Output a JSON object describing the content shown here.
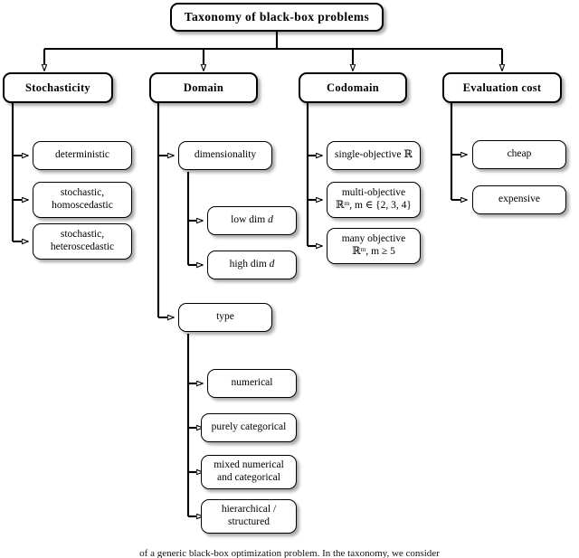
{
  "figure": {
    "title": "Taxonomy of black-box problems",
    "caption": "of a generic black-box optimization problem. In the taxonomy, we consider",
    "type": "tree-diagram",
    "orientation": "top-down-then-left-branching",
    "node_shape": "rounded-rectangle",
    "arrow_style": "open-triangle",
    "colors": {
      "background": "#ffffff",
      "box_fill": "#ffffff",
      "line": "#000000",
      "text": "#000000",
      "shadow": "rgba(0,0,0,0.33)"
    }
  },
  "root": {
    "id": "root",
    "label": "Taxonomy of black-box problems"
  },
  "branches": [
    {
      "id": "stochasticity",
      "label": "Stochasticity",
      "children": [
        {
          "id": "deterministic",
          "label": "deterministic"
        },
        {
          "id": "stochastic-homoscedastic",
          "label": "stochastic,\nhomoscedastic"
        },
        {
          "id": "stochastic-heteroscedastic",
          "label": "stochastic,\nheteroscedastic"
        }
      ]
    },
    {
      "id": "domain",
      "label": "Domain",
      "children": [
        {
          "id": "dimensionality",
          "label": "dimensionality",
          "children": [
            {
              "id": "low-dim",
              "label_parts": [
                "low dim ",
                "d"
              ]
            },
            {
              "id": "high-dim",
              "label_parts": [
                "high dim ",
                "d"
              ]
            }
          ]
        },
        {
          "id": "type",
          "label": "type",
          "children": [
            {
              "id": "numerical",
              "label": "numerical"
            },
            {
              "id": "purely-categorical",
              "label": "purely categorical"
            },
            {
              "id": "mixed-numerical-and-categorical",
              "label": "mixed numerical\nand categorical"
            },
            {
              "id": "hierarchical-structured",
              "label": "hierarchical /\nstructured"
            }
          ]
        }
      ]
    },
    {
      "id": "codomain",
      "label": "Codomain",
      "children": [
        {
          "id": "single-objective",
          "line1": "single-objective ℝ",
          "line2": ""
        },
        {
          "id": "multi-objective",
          "line1": "multi-objective",
          "line2": "ℝᵐ, m ∈ {2, 3, 4}"
        },
        {
          "id": "many-objective",
          "line1": "many objective",
          "line2": "ℝᵐ, m ≥ 5"
        }
      ]
    },
    {
      "id": "evaluation-cost",
      "label": "Evaluation cost",
      "children": [
        {
          "id": "cheap",
          "label": "cheap"
        },
        {
          "id": "expensive",
          "label": "expensive"
        }
      ]
    }
  ]
}
